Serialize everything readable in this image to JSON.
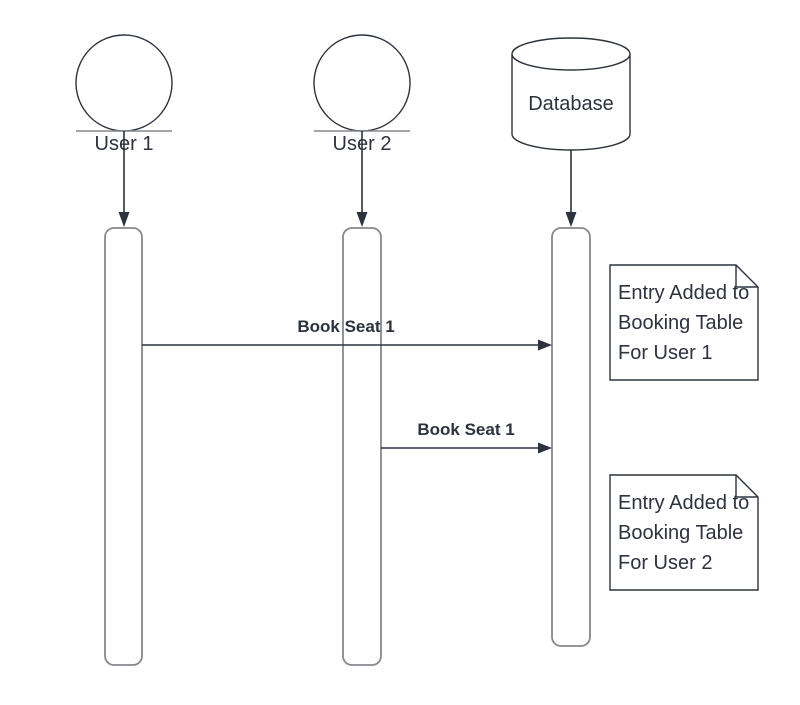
{
  "diagram": {
    "type": "uml-sequence-diagram",
    "actors": [
      {
        "label": "User 1"
      },
      {
        "label": "User 2"
      }
    ],
    "database": {
      "label": "Database"
    },
    "messages": [
      {
        "label": "Book Seat 1",
        "from": "User 1",
        "to": "Database"
      },
      {
        "label": "Book Seat 1",
        "from": "User 2",
        "to": "Database"
      }
    ],
    "notes": [
      {
        "text": "Entry Added to\nBooking Table\nFor User 1"
      },
      {
        "text": "Entry Added to\nBooking Table\nFor User 2"
      }
    ],
    "colors": {
      "ink": "#2d323f",
      "lifeline_gray": "#85898f",
      "background": "#ffffff"
    }
  }
}
